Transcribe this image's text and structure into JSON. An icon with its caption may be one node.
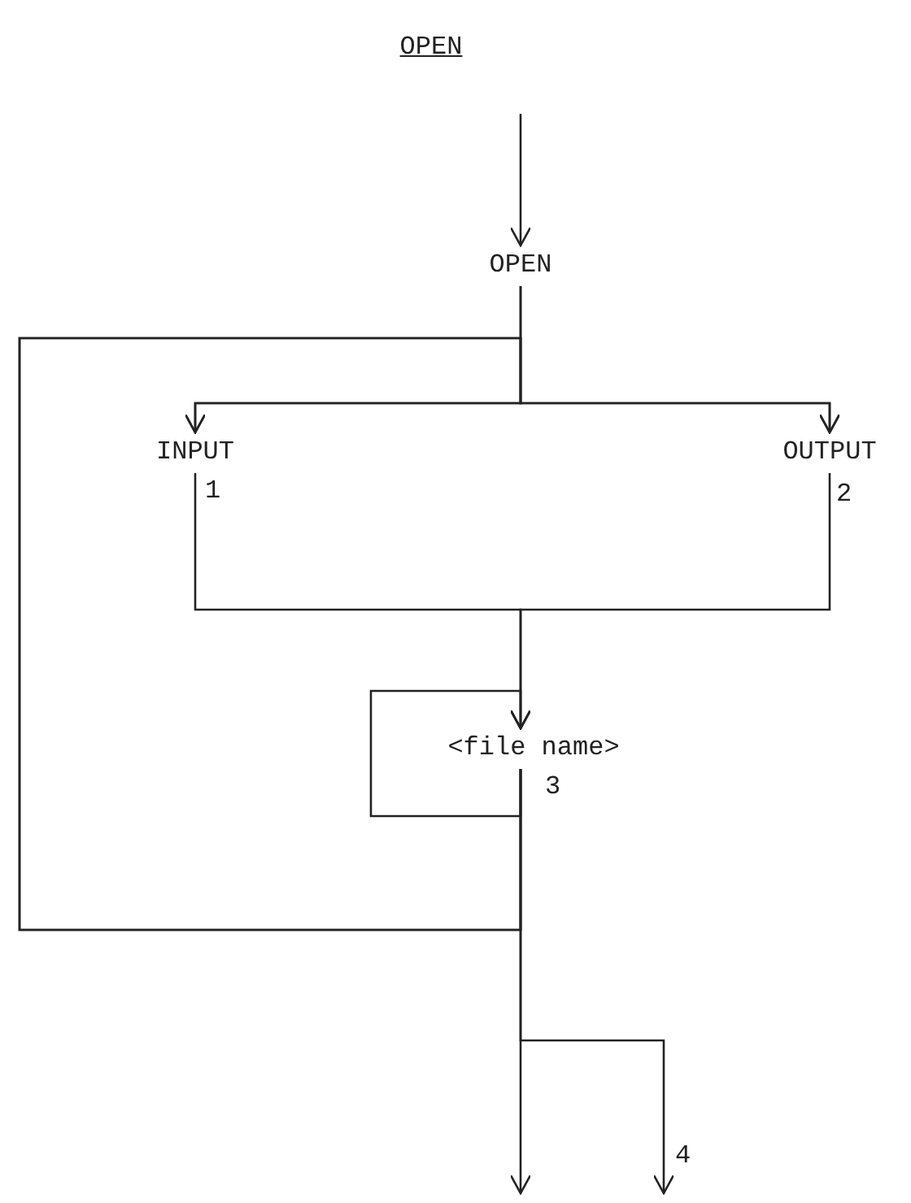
{
  "diagram": {
    "title": "OPEN",
    "nodes": [
      {
        "text": [
          "OPEN"
        ]
      },
      {
        "text": [
          "INPUT"
        ],
        "beside": [
          "1"
        ]
      },
      {
        "text": [
          "OUTPUT"
        ],
        "beside": [
          "2"
        ]
      },
      {
        "text": [
          "<file name>"
        ],
        "beside": [
          "3"
        ]
      }
    ],
    "edges": [
      {
        "from": null,
        "to": 0,
        "arrow": "to"
      },
      {
        "from": 0,
        "to": 1,
        "arrow": "to"
      },
      {
        "from": 0,
        "to": 2,
        "arrow": "to"
      },
      {
        "from": 1,
        "to": 3,
        "arrow": "to"
      },
      {
        "from": 2,
        "to": 3,
        "arrow": "to"
      },
      {
        "from": 3,
        "to": 3,
        "arrow": "to"
      },
      {
        "from": 3,
        "to": 1,
        "arrow": "to"
      },
      {
        "from": 3,
        "to": 2,
        "arrow": "to"
      },
      {
        "from": 3,
        "to": null,
        "arrow": "to"
      },
      {
        "from": 3,
        "to": null,
        "arrow": "to",
        "label": "4"
      }
    ]
  }
}
